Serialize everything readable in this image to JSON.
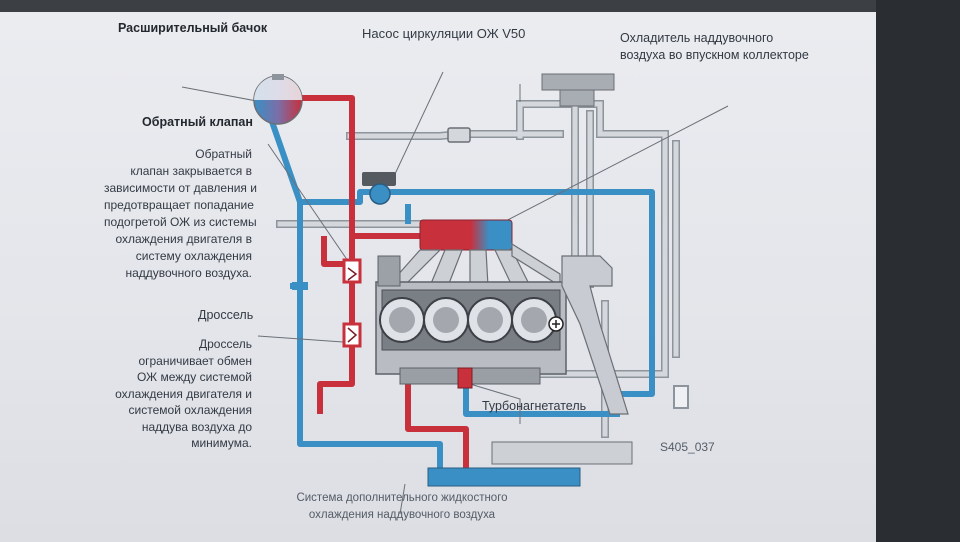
{
  "labels": {
    "expansion_tank": "Расширительный бачок",
    "pump": "Насос циркуляции ОЖ V50",
    "intercooler": "Охладитель наддувочного\nвоздуха во впускном коллекторе",
    "check_valve": "Обратный клапан",
    "check_valve_desc": "Обратный\nклапан закрывается в\nзависимости от давления и\nпредотвращает попадание\nподогретой ОЖ из системы\nохлаждения двигателя в\nсистему охлаждения\nнаддувочного воздуха.",
    "throttle": "Дроссель",
    "throttle_desc": "Дроссель\nограничивает обмен\nОЖ между системой\nохлаждения двигателя и\nсистемой охлаждения\nнаддува воздуха до\nминимума.",
    "turbo": "Турбонагнетатель",
    "figure_id": "S405_037",
    "aux_system": "Система дополнительного жидкостного\nохлаждения наддувочного воздуха"
  },
  "colors": {
    "hot_line": "#c8303c",
    "cold_line": "#3a8fc4",
    "gray_line": "#c9ccd2",
    "gray_edge": "#8e949c",
    "engine_dark": "#6b6f75"
  }
}
